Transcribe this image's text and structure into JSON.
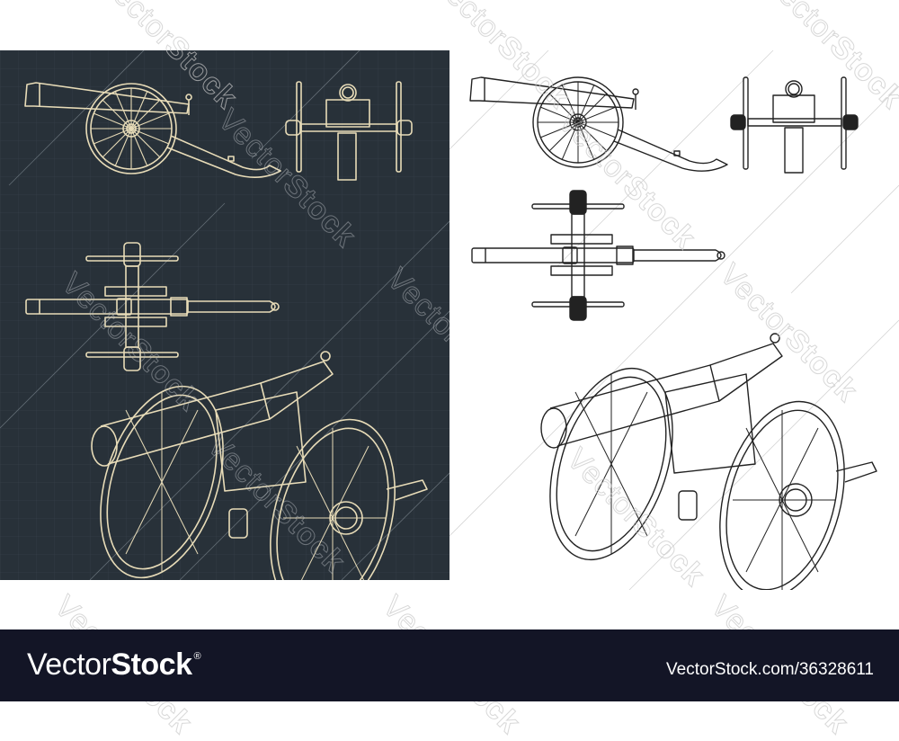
{
  "image": {
    "subject": "Field cannon technical drawings",
    "panels": [
      {
        "name": "blueprint",
        "style": "cream lines on dark grid",
        "background": "#283139",
        "line_color": "#e8dcb8",
        "views": [
          "side-view",
          "front-view",
          "top-view",
          "isometric-view"
        ]
      },
      {
        "name": "line-art",
        "style": "black lines on white",
        "background": "#ffffff",
        "line_color": "#222222",
        "views": [
          "side-view",
          "front-view",
          "top-view",
          "isometric-view"
        ]
      }
    ]
  },
  "watermark": {
    "text_light": "Vector",
    "text_bold": "Stock",
    "mark": "®"
  },
  "footer": {
    "logo_light": "Vector",
    "logo_bold": "Stock",
    "logo_mark": "®",
    "image_id": "VectorStock.com/36328611",
    "background": "#131526"
  }
}
